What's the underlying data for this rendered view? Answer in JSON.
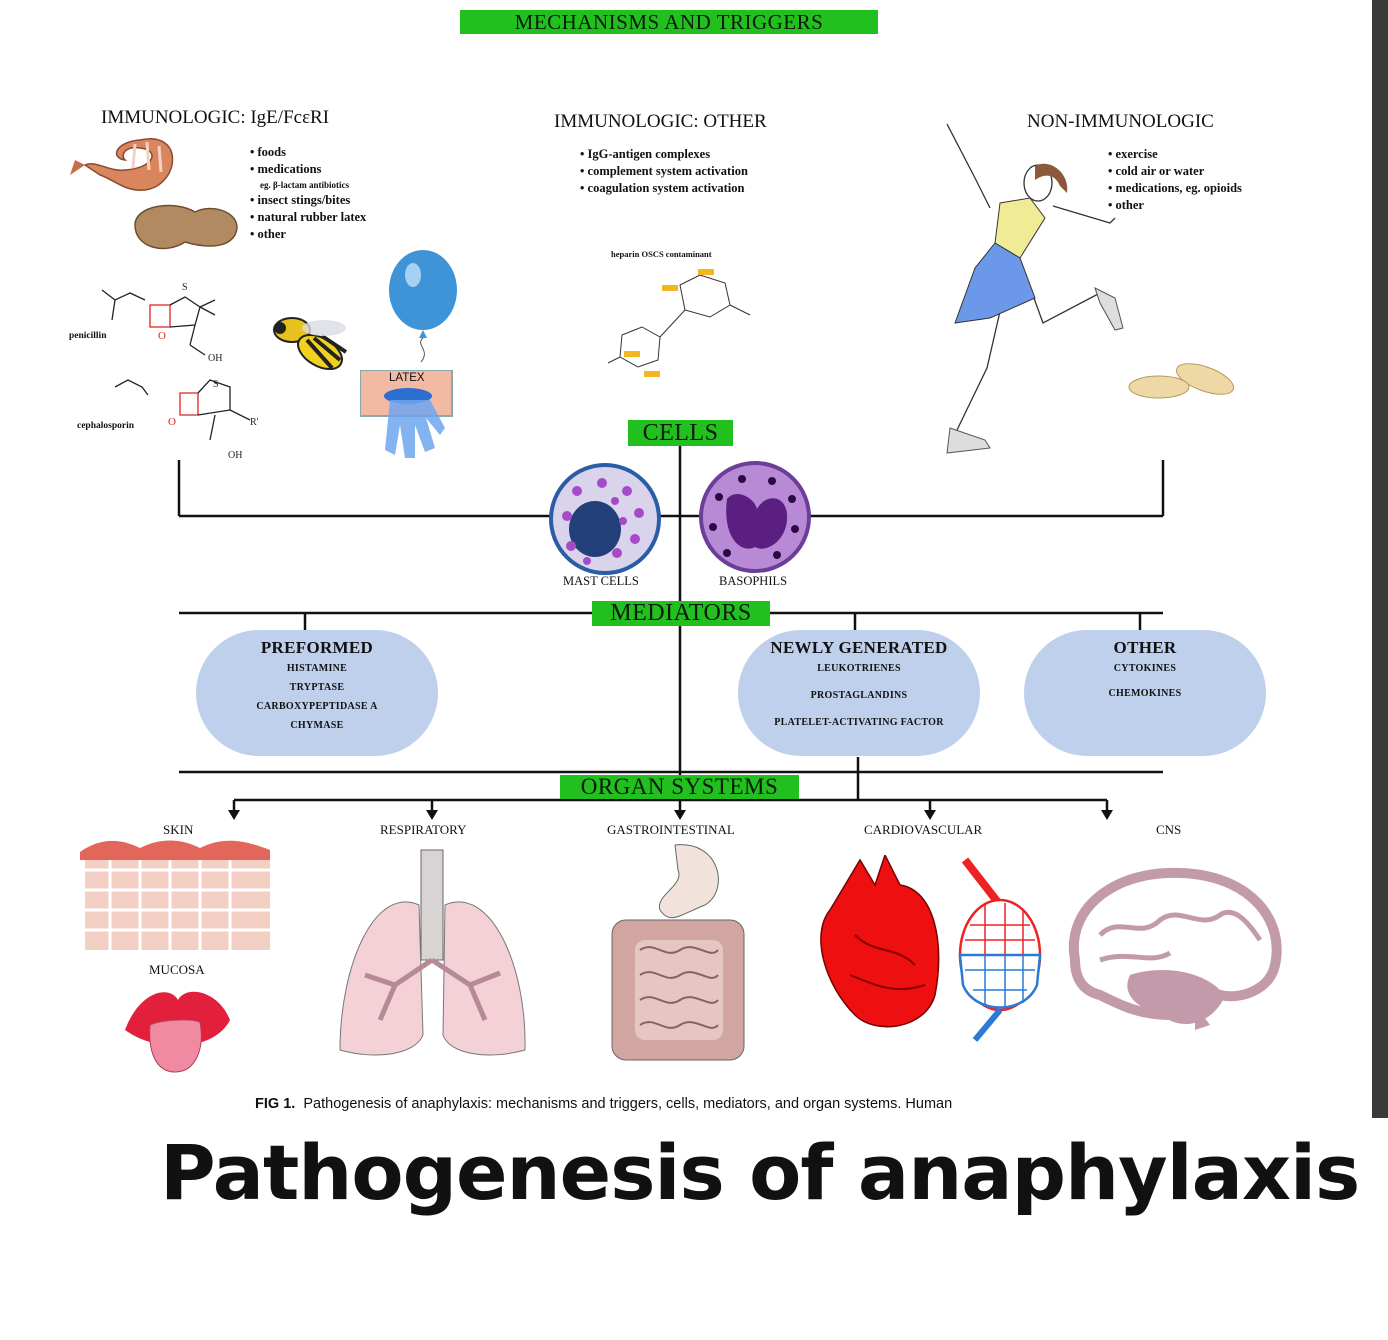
{
  "header": {
    "title": "MECHANISMS AND TRIGGERS"
  },
  "mechanisms": {
    "ige": {
      "title": "IMMUNOLOGIC: IgE/FcεRI",
      "items": [
        "foods",
        "medications",
        "eg. β-lactam antibiotics",
        "insect stings/bites",
        "natural rubber latex",
        "other"
      ],
      "penicillin_label": "penicillin",
      "cephalosporin_label": "cephalosporin",
      "latex_label": "LATEX"
    },
    "other": {
      "title": "IMMUNOLOGIC: OTHER",
      "items": [
        "IgG-antigen complexes",
        "complement system activation",
        "coagulation system activation"
      ],
      "heparin_label": "heparin OSCS contaminant"
    },
    "non": {
      "title": "NON-IMMUNOLOGIC",
      "items": [
        "exercise",
        "cold air or water",
        "medications, eg. opioids",
        "other"
      ]
    }
  },
  "cells": {
    "title": "CELLS",
    "mast_label": "MAST CELLS",
    "basophil_label": "BASOPHILS"
  },
  "mediators": {
    "title": "MEDIATORS",
    "preformed": {
      "title": "PREFORMED",
      "items": [
        "HISTAMINE",
        "TRYPTASE",
        "CARBOXYPEPTIDASE A",
        "CHYMASE"
      ]
    },
    "newly": {
      "title": "NEWLY GENERATED",
      "items": [
        "LEUKOTRIENES",
        "PROSTAGLANDINS",
        "PLATELET-ACTIVATING FACTOR"
      ]
    },
    "other": {
      "title": "OTHER",
      "items": [
        "CYTOKINES",
        "CHEMOKINES"
      ]
    }
  },
  "organs": {
    "title": "ORGAN SYSTEMS",
    "skin": "SKIN",
    "mucosa": "MUCOSA",
    "respiratory": "RESPIRATORY",
    "gastro": "GASTROINTESTINAL",
    "cardio": "CARDIOVASCULAR",
    "cns": "CNS"
  },
  "caption": {
    "fig": "FIG 1.",
    "text": "Pathogenesis of anaphylaxis: mechanisms and triggers, cells, mediators, and organ systems. Human"
  },
  "title": "Pathogenesis of anaphylaxis",
  "colors": {
    "green_label": "#22c01e",
    "pill_blue": "#bfd0ec"
  }
}
